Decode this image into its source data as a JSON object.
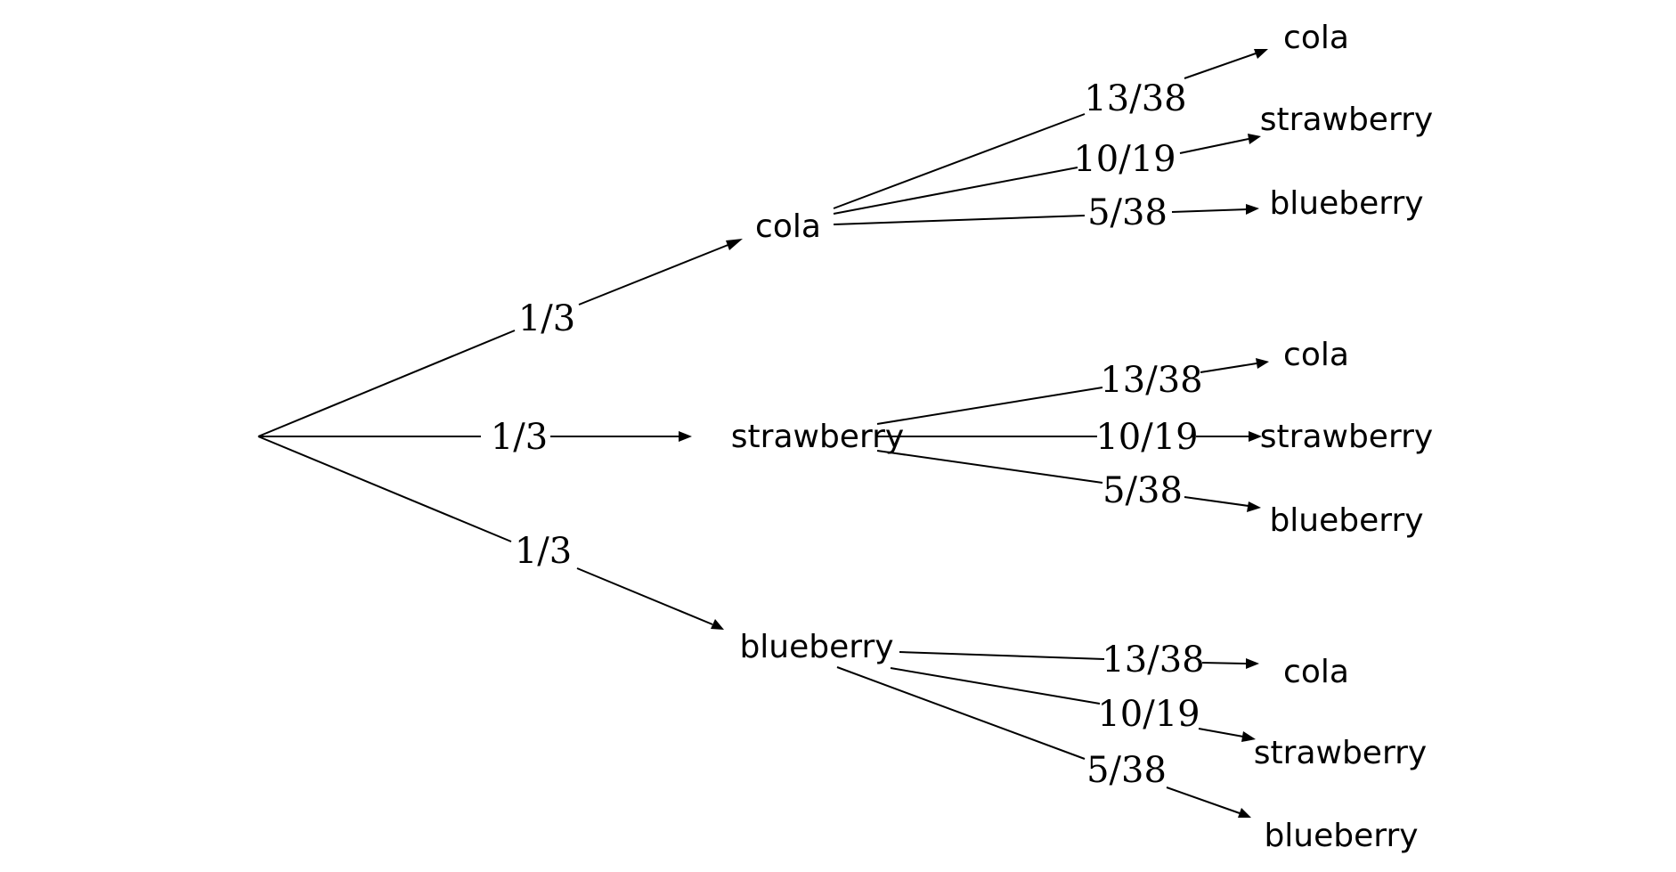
{
  "tree": {
    "first_draw": [
      {
        "flavor": "cola",
        "probability": "1/3",
        "second_draw": [
          {
            "flavor": "cola",
            "probability": "13/38"
          },
          {
            "flavor": "strawberry",
            "probability": "10/19"
          },
          {
            "flavor": "blueberry",
            "probability": "5/38"
          }
        ]
      },
      {
        "flavor": "strawberry",
        "probability": "1/3",
        "second_draw": [
          {
            "flavor": "cola",
            "probability": "13/38"
          },
          {
            "flavor": "strawberry",
            "probability": "10/19"
          },
          {
            "flavor": "blueberry",
            "probability": "5/38"
          }
        ]
      },
      {
        "flavor": "blueberry",
        "probability": "1/3",
        "second_draw": [
          {
            "flavor": "cola",
            "probability": "13/38"
          },
          {
            "flavor": "strawberry",
            "probability": "10/19"
          },
          {
            "flavor": "blueberry",
            "probability": "5/38"
          }
        ]
      }
    ]
  }
}
